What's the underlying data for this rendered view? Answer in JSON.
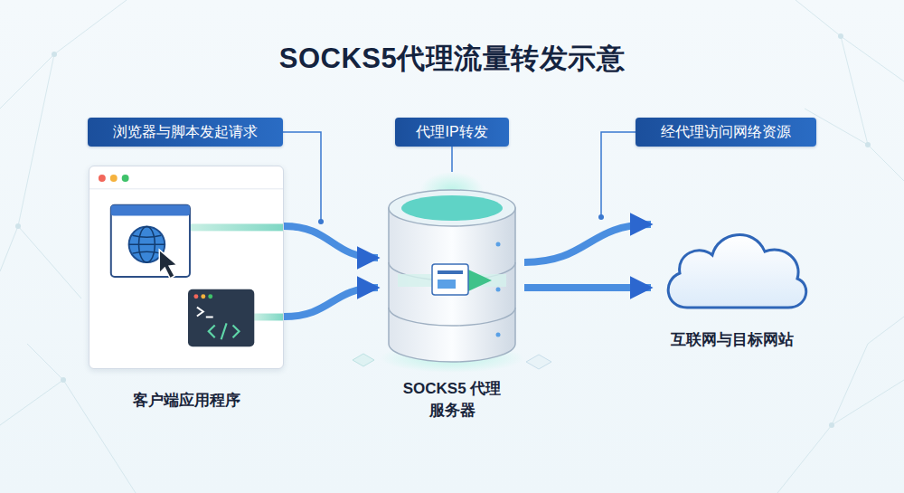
{
  "diagram": {
    "title": "SOCKS5代理流量转发示意",
    "nodes": [
      {
        "text": [
          "浏览器与脚本发起请求"
        ]
      },
      {
        "text": [
          "代理IP转发"
        ]
      },
      {
        "text": [
          "经代理访问网络资源"
        ]
      },
      {
        "text": [
          "客户端应用程序"
        ]
      },
      {
        "text": [
          "SOCKS5 代理服务器"
        ]
      },
      {
        "text": [
          "互联网与目标网站"
        ]
      }
    ],
    "edges": [
      {
        "from": 3,
        "to": 4,
        "arrow": "to"
      },
      {
        "from": 3,
        "to": 4,
        "arrow": "to"
      },
      {
        "from": 4,
        "to": 5,
        "arrow": "to"
      },
      {
        "from": 4,
        "to": 5,
        "arrow": "to"
      },
      {
        "from": 1,
        "to": 4,
        "arrow": "none"
      }
    ]
  }
}
